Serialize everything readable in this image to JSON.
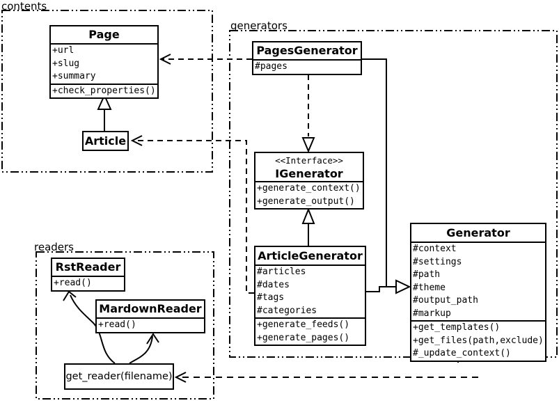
{
  "diagram": {
    "packages": {
      "contents": "contents",
      "generators": "generators",
      "readers": "readers"
    },
    "classes": {
      "page": {
        "name": "Page",
        "attrs": [
          "+url",
          "+slug",
          "+summary"
        ],
        "methods": [
          "+check_properties()"
        ]
      },
      "article": {
        "name": "Article"
      },
      "pages_generator": {
        "name": "PagesGenerator",
        "attrs": [
          "#pages"
        ]
      },
      "igenerator": {
        "stereotype": "<<Interface>>",
        "name": "IGenerator",
        "methods": [
          "+generate_context()",
          "+generate_output()"
        ]
      },
      "article_generator": {
        "name": "ArticleGenerator",
        "attrs": [
          "#articles",
          "#dates",
          "#tags",
          "#categories"
        ],
        "methods": [
          "+generate_feeds()",
          "+generate_pages()"
        ]
      },
      "generator": {
        "name": "Generator",
        "attrs": [
          "#context",
          "#settings",
          "#path",
          "#theme",
          "#output_path",
          "#markup"
        ],
        "methods": [
          "+get_templates()",
          "+get_files(path,exclude)",
          "#_update_context()"
        ]
      },
      "rst_reader": {
        "name": "RstReader",
        "methods": [
          "+read()"
        ]
      },
      "mardown_reader": {
        "name": "MardownReader",
        "methods": [
          "+read()"
        ]
      },
      "get_reader": {
        "label": "get_reader(filename)"
      }
    },
    "colors": {
      "line": "#000000",
      "background": "#ffffff"
    }
  }
}
